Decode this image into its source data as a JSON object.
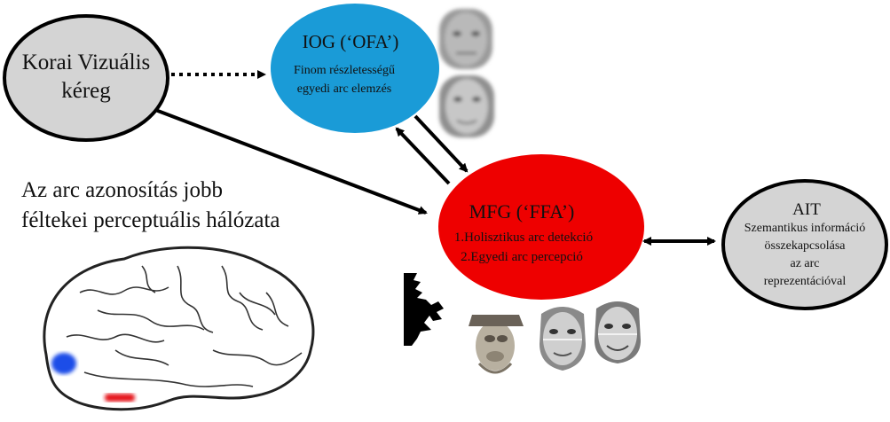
{
  "nodes": {
    "early_visual": {
      "line1": "Korai Vizuális",
      "line2": "kéreg"
    },
    "iog": {
      "title": "IOG (‘OFA’)",
      "line1": "Finom részletességű",
      "line2": "egyedi arc elemzés",
      "fill": "#1a9bd7"
    },
    "mfg": {
      "title": "MFG (‘FFA’)",
      "line1": "1.Holisztikus arc detekció",
      "line2": "2.Egyedi arc percepció",
      "fill": "#ee0000"
    },
    "ait": {
      "title": "AIT",
      "line1": "Szemantikus információ",
      "line2": "összekapcsolása",
      "line3": "az arc",
      "line4": "reprezentációval",
      "fill": "#d4d4d4"
    }
  },
  "caption": {
    "line1": "Az arc azonosítás jobb",
    "line2": "féltekei perceptuális hálózata"
  },
  "brain": {
    "blue_region_color": "#1f4de8",
    "red_region_color": "#e5141e"
  }
}
